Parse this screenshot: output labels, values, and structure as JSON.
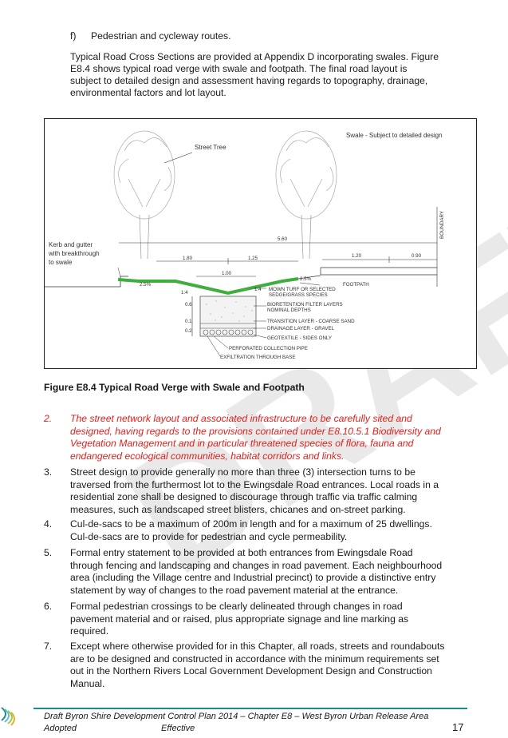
{
  "intro": {
    "item_f_label": "f)",
    "item_f_text": "Pedestrian and cycleway routes.",
    "para_line1": "Typical Road Cross Sections are provided at Appendix D incorporating swales. Figure",
    "para_line2": "E8.4 shows typical road verge with swale and footpath.   The final road layout is",
    "para_line3": "subject to detailed design and assessment having regards to topography, drainage,",
    "para_line4": "environmental factors and lot layout."
  },
  "figure": {
    "swale_note": "Swale - Subject to detailed design",
    "street_tree": "Street Tree",
    "kerb_line1": "Kerb and gutter",
    "kerb_line2": "with breakthrough",
    "kerb_line3": "to swale",
    "dim_total": "5.60",
    "dim_a": "1.80",
    "dim_b": "1.25",
    "dim_c": "1.20",
    "dim_d": "0.90",
    "dim_swale": "1.00",
    "slope_left": "2.5%",
    "slope_right": "2.5%",
    "ratio_left": "1:4",
    "ratio_right": "1:4",
    "boundary": "BOUNDARY",
    "footpath": "FOOTPATH",
    "mown_turf_1": "MOWN TURF OR SELECTED",
    "mown_turf_2": "SEDGE/GRASS SPECIES",
    "bioretention_1": "BIORETENTION FILTER LAYERS",
    "bioretention_2": "NOMINAL DEPTHS",
    "transition": "TRANSITION LAYER - COARSE SAND",
    "drainage": "DRAINAGE LAYER - GRAVEL",
    "geotextile": "GEOTEXTILE - SIDES ONLY",
    "perforated": "PERFORATED COLLECTION PIPE",
    "exfiltration": "EXFILTRATION THROUGH BASE",
    "depth_1": "0.6",
    "depth_2": "0.1",
    "depth_3": "0.2"
  },
  "caption": "Figure E8.4 Typical Road Verge with Swale and Footpath",
  "items": [
    {
      "num": "2.",
      "lines": [
        "The street network layout and associated infrastructure to be carefully sited and",
        "designed, having regards to the provisions contained under E8.10.5.1 Biodiversity and",
        "Vegetation Management and in particular threatened species of flora, fauna and",
        "endangered ecological communities, habitat corridors and links."
      ]
    },
    {
      "num": "3.",
      "lines": [
        "Street design to provide generally no more than three (3) intersection turns to be",
        "traversed from the furthermost lot to the Ewingsdale Road entrances.  Local roads in a",
        "residential zone shall be designed to discourage through traffic via traffic calming",
        "measures, such as landscaped street blisters, chicanes and on-street parking."
      ]
    },
    {
      "num": "4.",
      "lines": [
        "Cul-de-sacs to be a maximum of 200m in length and for a maximum of 25 dwellings.",
        "Cul-de-sacs are to provide for pedestrian and cycle permeability."
      ]
    },
    {
      "num": "5.",
      "lines": [
        "Formal entry statement to be provided at both entrances from Ewingsdale Road",
        "through fencing and landscaping and changes in road pavement. Each neighbourhood",
        "area (including the Village centre and Industrial precinct) to provide a distinctive entry",
        "statement by way of changes to the road pavement material at the entrance."
      ]
    },
    {
      "num": "6.",
      "lines": [
        "Formal pedestrian crossings to be clearly delineated through changes in road",
        "pavement material and or raised, plus appropriate signage and line marking as",
        "required."
      ]
    },
    {
      "num": "7.",
      "lines": [
        "Except where otherwise provided for in this Chapter, all roads, streets and roundabouts",
        "are to be designed and constructed in accordance with the minimum requirements set",
        "out in the Northern Rivers Local Government Development Design and Construction",
        "Manual."
      ]
    }
  ],
  "footer": {
    "title": "Draft Byron Shire Development Control Plan 2014 – Chapter E8 – West Byron Urban Release Area",
    "status_left": "Adopted",
    "status_mid": "Effective",
    "page": "17"
  },
  "colors": {
    "red_text": "#e0201b",
    "green_swale": "#3fae3f",
    "footer_rule": "#1a8f8a"
  }
}
